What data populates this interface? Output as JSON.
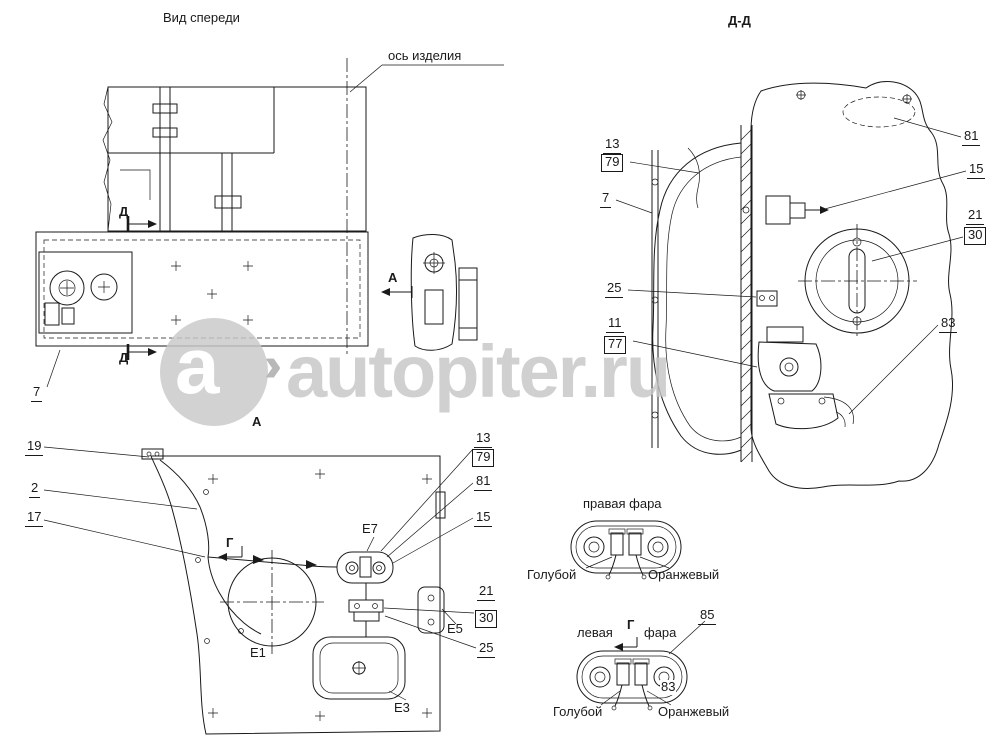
{
  "colors": {
    "line": "#1a1a1a",
    "watermark": "#c6c6c6",
    "background": "#ffffff"
  },
  "watermark": {
    "logo_letter": "a",
    "logo_arrows": "››",
    "name": "autopiter",
    "tld": ".ru"
  },
  "front_view": {
    "title": "Вид спереди",
    "axis_label": "ось изделия",
    "marker_d_top": "Д",
    "marker_d_bottom": "Д",
    "view_marker": "А",
    "c7": "7"
  },
  "dd_view": {
    "title": "Д-Д",
    "c13": "13",
    "c79": "79",
    "c7": "7",
    "c25": "25",
    "c11": "11",
    "c77": "77",
    "c81": "81",
    "c15": "15",
    "c21": "21",
    "c30": "30",
    "c83": "83"
  },
  "a_view": {
    "title": "А",
    "marker_g": "Г",
    "c19": "19",
    "c2": "2",
    "c17": "17",
    "c13": "13",
    "c79": "79",
    "c81": "81",
    "c15": "15",
    "c21": "21",
    "c30": "30",
    "c25": "25",
    "e1": "Е1",
    "e3": "Е3",
    "e5": "Е5",
    "e7": "Е7"
  },
  "right_lamp": {
    "title": "правая фара",
    "wire_left": "Голубой",
    "wire_right": "Оранжевый"
  },
  "left_lamp": {
    "word_left": "левая",
    "marker_g": "Г",
    "word_right": "фара",
    "c85": "85",
    "c83": "83",
    "wire_left": "Голубой",
    "wire_right": "Оранжевый"
  }
}
